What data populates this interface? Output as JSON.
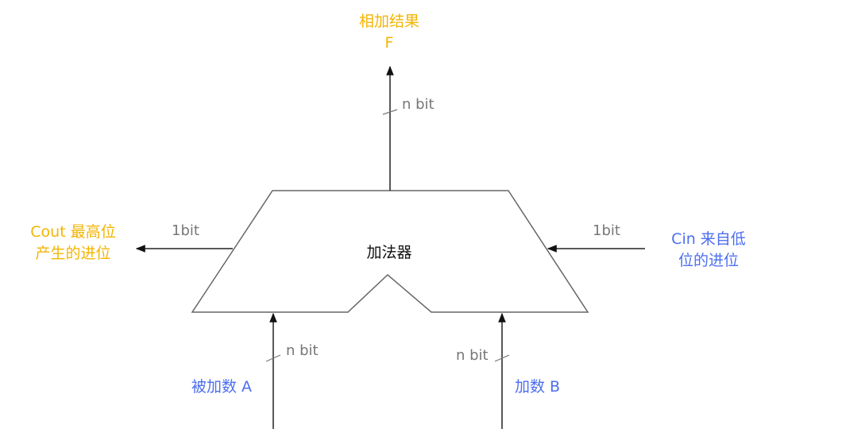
{
  "colors": {
    "output": "#f4b400",
    "input": "#4c6ef0",
    "width_label": "#777777",
    "stroke": "#222222"
  },
  "adder": {
    "label": "加法器"
  },
  "output_f": {
    "line1": "相加结果",
    "line2": "F",
    "width": "n bit"
  },
  "cout": {
    "line1": "Cout 最高位",
    "line2": "产生的进位",
    "width": "1bit"
  },
  "cin": {
    "line1": "Cin 来自低",
    "line2": "位的进位",
    "width": "1bit"
  },
  "input_a": {
    "label": "被加数 A",
    "width": "n bit"
  },
  "input_b": {
    "label": "加数 B",
    "width": "n bit"
  }
}
